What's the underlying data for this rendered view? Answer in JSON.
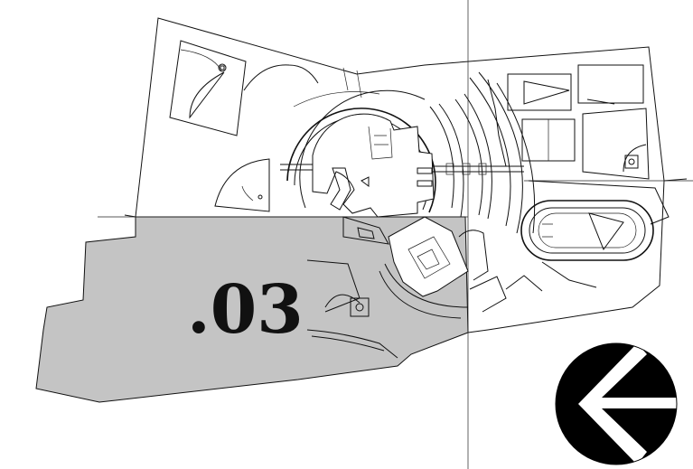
{
  "map": {
    "highlighted_zone_label": ".03",
    "colors": {
      "highlight": "#c4c4c4",
      "linework": "#111111",
      "background": "#ffffff",
      "compass_fill": "#000000",
      "compass_arrow": "#ffffff"
    },
    "icons": [
      "north-arrow-icon"
    ],
    "features": [
      "campus-boundary",
      "baseball-fields",
      "softball-field",
      "running-track",
      "central-building",
      "ring-roads",
      "grid-crosshair-lines"
    ]
  }
}
